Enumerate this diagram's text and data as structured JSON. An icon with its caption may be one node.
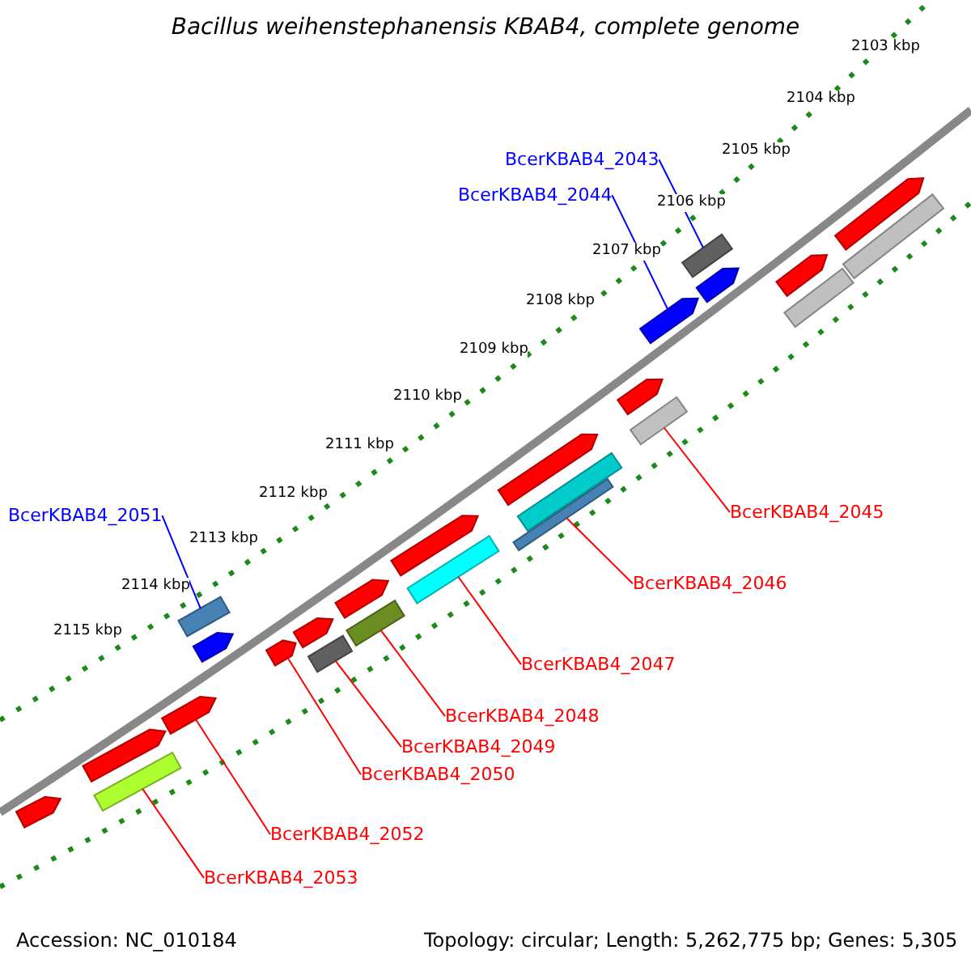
{
  "diagram": {
    "title": "Bacillus weihenstephanensis KBAB4, complete genome",
    "nodes": [
      {
        "text": [
          "BcerKBAB4_2043"
        ]
      },
      {
        "text": [
          "BcerKBAB4_2044"
        ]
      },
      {
        "text": [
          "BcerKBAB4_2045"
        ]
      },
      {
        "text": [
          "BcerKBAB4_2051"
        ]
      },
      {
        "text": [
          "BcerKBAB4_2046"
        ]
      },
      {
        "text": [
          "BcerKBAB4_2047"
        ]
      },
      {
        "text": [
          "BcerKBAB4_2048"
        ]
      },
      {
        "text": [
          "BcerKBAB4_2049"
        ]
      },
      {
        "text": [
          "BcerKBAB4_2050"
        ]
      },
      {
        "text": [
          "BcerKBAB4_2052"
        ]
      },
      {
        "text": [
          "BcerKBAB4_2053"
        ]
      },
      {
        "text": [],
        "shape": "bar"
      },
      {
        "text": [],
        "shape": "arrow"
      },
      {
        "text": [],
        "shape": "bar"
      },
      {
        "text": [],
        "shape": "bar"
      },
      {
        "text": [],
        "shape": "bar"
      },
      {
        "text": [],
        "shape": "bar"
      },
      {
        "text": [],
        "shape": "bar"
      },
      {
        "text": [],
        "shape": "bar"
      },
      {
        "text": [],
        "shape": "arrow"
      },
      {
        "text": [],
        "shape": "arrow"
      },
      {
        "text": [],
        "shape": "bar"
      },
      {
        "text": [],
        "shape": "arrow"
      },
      {
        "text": [],
        "shape": "arrow"
      },
      {
        "text": [],
        "shape": "arrow"
      },
      {
        "text": [],
        "shape": "arrow"
      },
      {
        "text": [],
        "shape": "arrow"
      },
      {
        "text": [],
        "shape": "arrow"
      },
      {
        "text": [],
        "shape": "arrow"
      },
      {
        "text": [],
        "shape": "arrow"
      },
      {
        "text": [],
        "shape": "arrow"
      },
      {
        "text": [],
        "shape": "arrow"
      },
      {
        "text": [],
        "shape": "arrow"
      },
      {
        "text": [],
        "shape": "bar"
      },
      {
        "text": [],
        "shape": "bar"
      },
      {
        "text": [],
        "shape": "bar"
      }
    ],
    "edges": [
      {
        "from": 0,
        "to": 11,
        "arrow": "none",
        "color": "#0000ff"
      },
      {
        "from": 1,
        "to": 12,
        "arrow": "none",
        "color": "#0000ff"
      },
      {
        "from": 2,
        "to": 13,
        "arrow": "none"
      },
      {
        "from": 3,
        "to": 14,
        "arrow": "none",
        "color": "#0000ff"
      },
      {
        "from": 4,
        "to": 15,
        "arrow": "none"
      },
      {
        "from": 5,
        "to": 16,
        "arrow": "none"
      },
      {
        "from": 6,
        "to": 17,
        "arrow": "none"
      },
      {
        "from": 7,
        "to": 18,
        "arrow": "none"
      },
      {
        "from": 8,
        "to": 19,
        "arrow": "none"
      },
      {
        "from": 9,
        "to": 20,
        "arrow": "none"
      },
      {
        "from": 10,
        "to": 21,
        "arrow": "none"
      }
    ],
    "labels": [
      "2103 kbp",
      "2104 kbp",
      "2105 kbp",
      "2106 kbp",
      "2107 kbp",
      "2108 kbp",
      "2109 kbp",
      "2110 kbp",
      "2111 kbp",
      "2112 kbp",
      "2113 kbp",
      "2114 kbp",
      "2115 kbp",
      "Accession: NC_010184",
      "Topology: circular; Length: 5,262,775 bp; Genes: 5,305"
    ]
  }
}
